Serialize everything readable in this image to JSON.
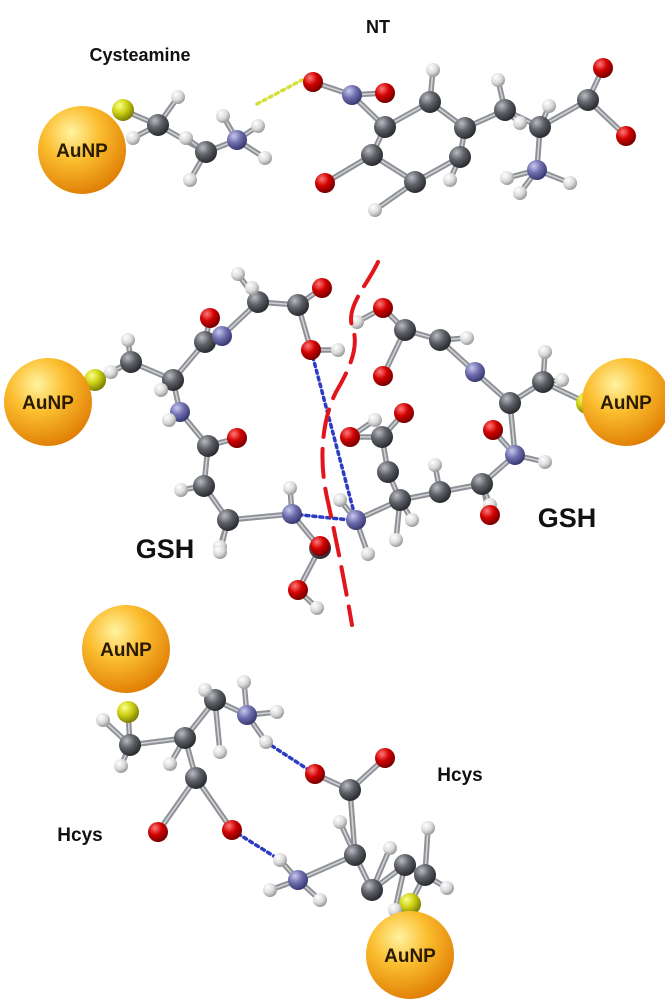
{
  "labels": {
    "cysteamine": "Cysteamine",
    "nt": "NT",
    "gsh": "GSH",
    "hcys": "Hcys",
    "aunp": "AuNP"
  },
  "colors": {
    "carbon": "#4a4d52",
    "hydrogen": "#dcdcdc",
    "oxygen": "#c40000",
    "nitrogen": "#6a6aa8",
    "sulfur": "#c8cc10",
    "aunp": "#f7a21b",
    "hbond_cysteamine": "#d6e03a",
    "hbond_blue": "#2c3cc4",
    "separator": "#e2141c"
  }
}
